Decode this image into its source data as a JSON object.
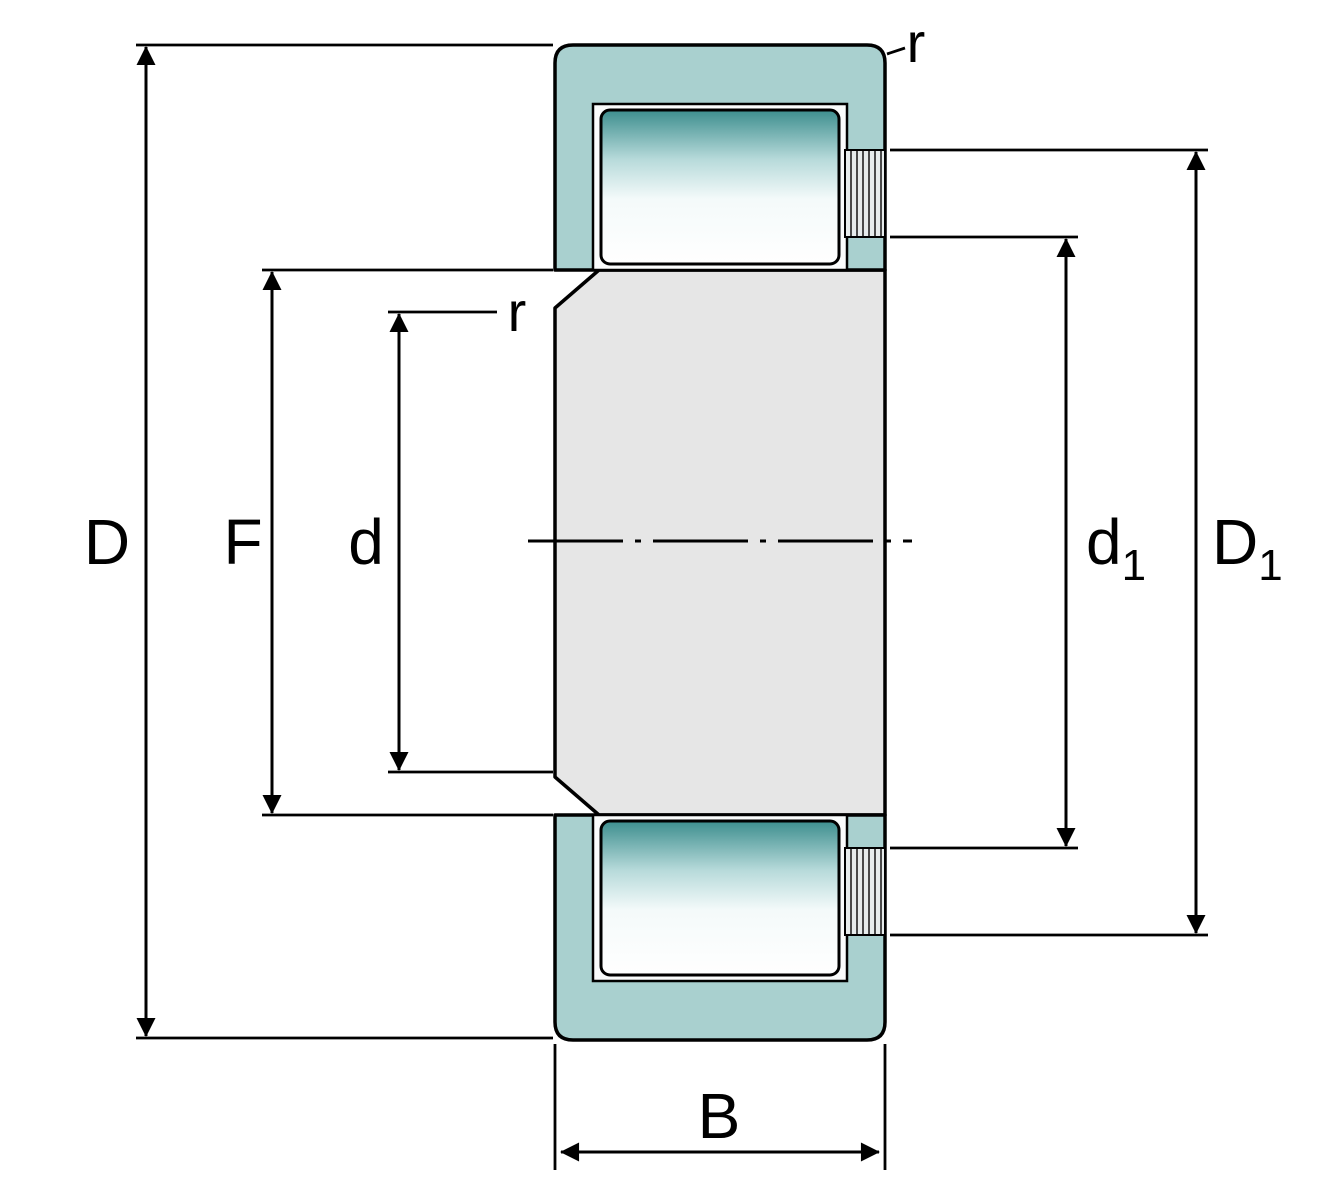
{
  "labels": {
    "outer_diameter": "D",
    "inner_flange_diameter": "F",
    "bore_diameter": "d",
    "corner_radius_outer": "r",
    "corner_radius_inner": "r",
    "d1_base": "d",
    "d1_sub": "1",
    "D1_base": "D",
    "D1_sub": "1",
    "width": "B"
  },
  "colors": {
    "ring-fill": "#a9d0cf",
    "inner-fill": "#e6e6e6",
    "pocket-fill": "#fafcfc",
    "rib-fill": "#e7ecec",
    "rib-line": "#4a4a4a",
    "outline": "#000000",
    "background": "#ffffff",
    "roller-g1": "#3d8e8e",
    "roller-g2": "#b7dada",
    "roller-g3": "#f4fafa",
    "roller-g4": "#ffffff"
  }
}
